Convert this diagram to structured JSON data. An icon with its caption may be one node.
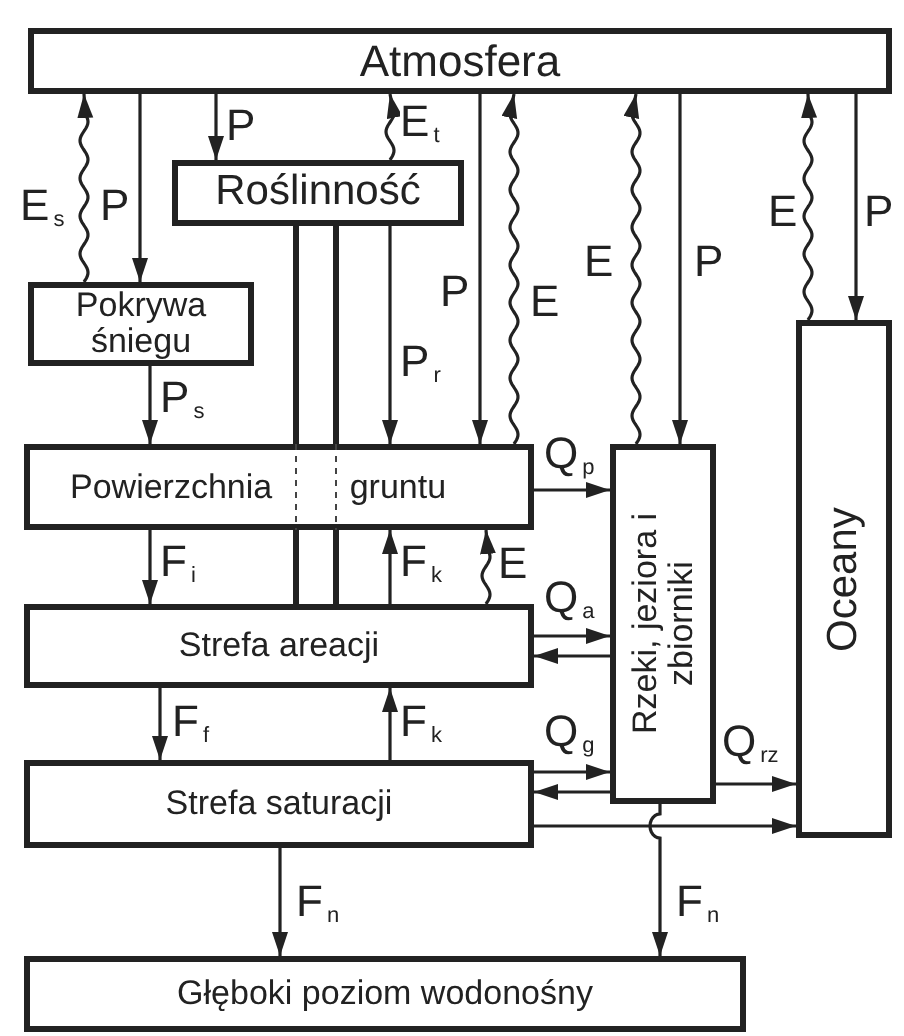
{
  "diagram": {
    "nodes": [
      {
        "text": [
          "Atmosfera"
        ]
      },
      {
        "text": [
          "Roślinność"
        ]
      },
      {
        "text": [
          "Pokrywa śniegu"
        ]
      },
      {
        "text": [
          "Powierzchnia gruntu"
        ]
      },
      {
        "text": [
          "Strefa areacji"
        ]
      },
      {
        "text": [
          "Strefa saturacji"
        ]
      },
      {
        "text": [
          "Rzeki, jeziora i zbiorniki"
        ]
      },
      {
        "text": [
          "Oceany"
        ]
      },
      {
        "text": [
          "Głęboki poziom wodonośny"
        ]
      }
    ],
    "edges": [
      {
        "from": 2,
        "to": 0,
        "arrow": "to",
        "label": "E$_{s}$"
      },
      {
        "from": 0,
        "to": 2,
        "arrow": "to",
        "label": "P"
      },
      {
        "from": 0,
        "to": 1,
        "arrow": "to",
        "label": "P"
      },
      {
        "from": 1,
        "to": 0,
        "arrow": "to",
        "label": "E$_{t}$"
      },
      {
        "from": 1,
        "to": 3,
        "arrow": "to",
        "label": "P$_{r}$"
      },
      {
        "from": 0,
        "to": 3,
        "arrow": "to",
        "label": "P"
      },
      {
        "from": 3,
        "to": 0,
        "arrow": "to",
        "label": "E"
      },
      {
        "from": 6,
        "to": 0,
        "arrow": "to",
        "label": "E"
      },
      {
        "from": 0,
        "to": 6,
        "arrow": "to",
        "label": "P"
      },
      {
        "from": 7,
        "to": 0,
        "arrow": "to",
        "label": "E"
      },
      {
        "from": 0,
        "to": 7,
        "arrow": "to",
        "label": "P"
      },
      {
        "from": 2,
        "to": 3,
        "arrow": "to",
        "label": "P$_{s}$"
      },
      {
        "from": 3,
        "to": 6,
        "arrow": "to",
        "label": "Q$_{p}$"
      },
      {
        "from": 3,
        "to": 4,
        "arrow": "to",
        "label": "F$_{i}$"
      },
      {
        "from": 4,
        "to": 3,
        "arrow": "to",
        "label": "F$_{k}$"
      },
      {
        "from": 4,
        "to": 3,
        "arrow": "to",
        "label": "E"
      },
      {
        "from": 4,
        "to": 6,
        "arrow": "to",
        "label": "Q$_{a}$"
      },
      {
        "from": 6,
        "to": 4,
        "arrow": "to"
      },
      {
        "from": 4,
        "to": 5,
        "arrow": "to",
        "label": "F$_{f}$"
      },
      {
        "from": 5,
        "to": 4,
        "arrow": "to",
        "label": "F$_{k}$"
      },
      {
        "from": 5,
        "to": 6,
        "arrow": "to",
        "label": "Q$_{g}$"
      },
      {
        "from": 6,
        "to": 5,
        "arrow": "to"
      },
      {
        "from": 6,
        "to": 7,
        "arrow": "to",
        "label": "Q$_{rz}$"
      },
      {
        "from": 5,
        "to": 7,
        "arrow": "to"
      },
      {
        "from": 5,
        "to": 8,
        "arrow": "to",
        "label": "F$_{n}$"
      },
      {
        "from": 6,
        "to": 8,
        "arrow": "to",
        "label": "F$_{n}$"
      }
    ]
  }
}
